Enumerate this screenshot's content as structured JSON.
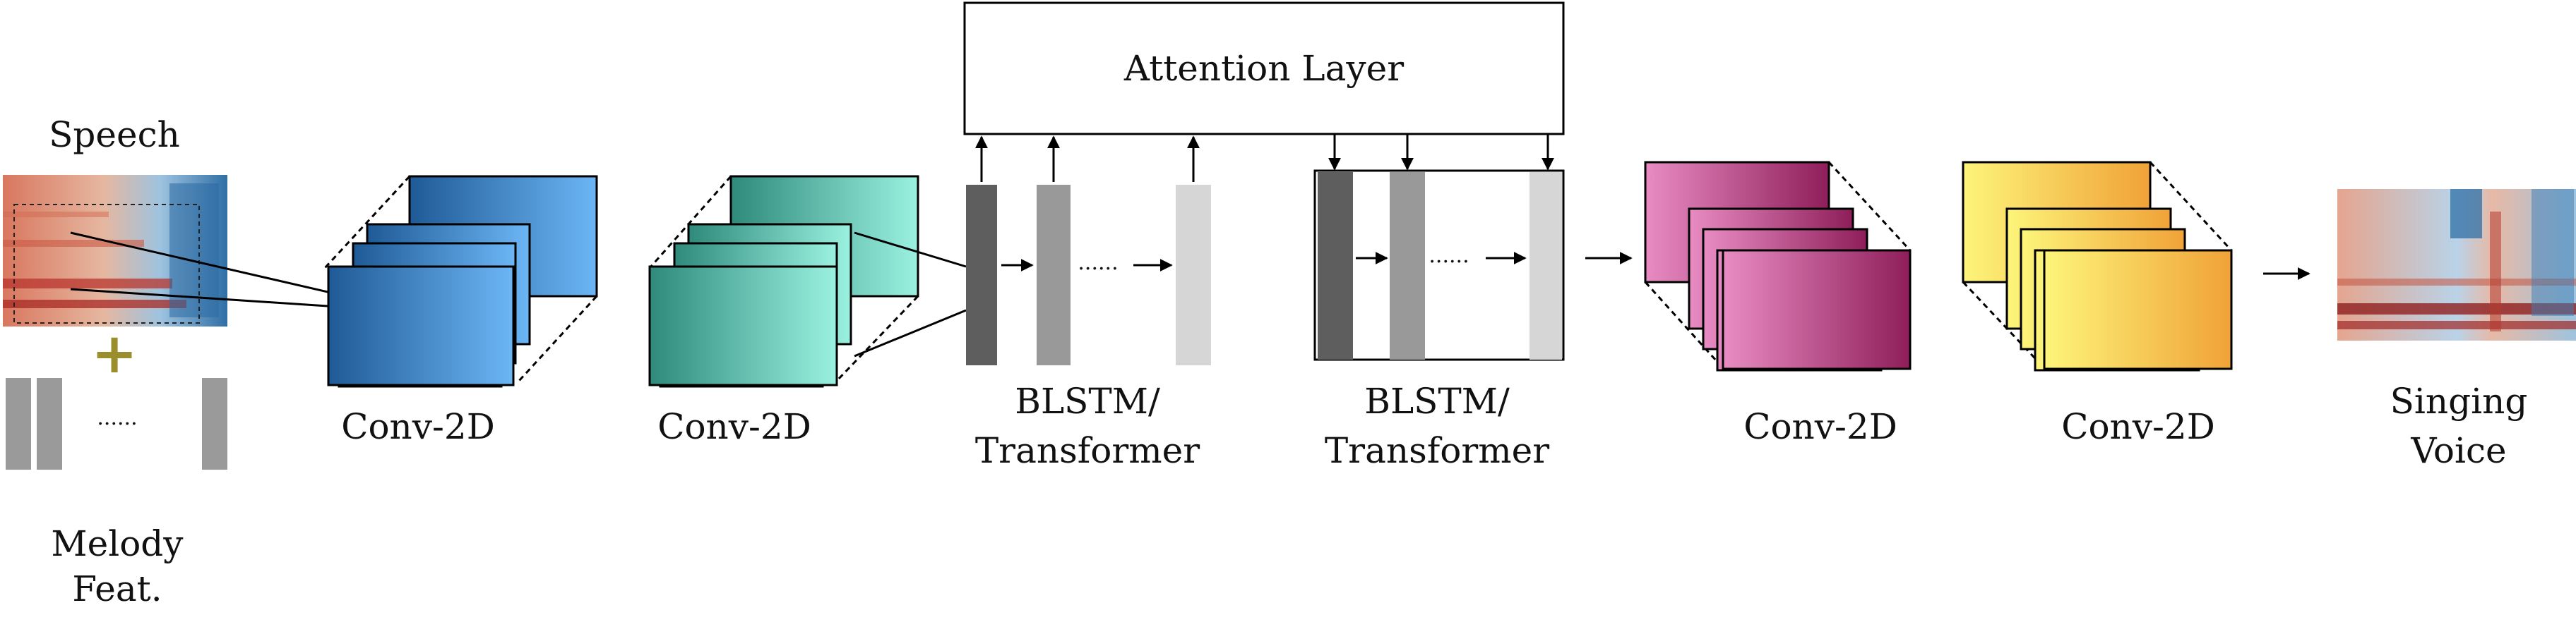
{
  "labels": {
    "speech": "Speech",
    "melody_line1": "Melody",
    "melody_line2": "Feat.",
    "conv1": "Conv-2D",
    "conv2": "Conv-2D",
    "blstm1_line1": "BLSTM/",
    "blstm1_line2": "Transformer",
    "attention": "Attention Layer",
    "blstm2_line1": "BLSTM/",
    "blstm2_line2": "Transformer",
    "conv3": "Conv-2D",
    "conv4": "Conv-2D",
    "singing_line1": "Singing",
    "singing_line2": "Voice",
    "plus": "+",
    "ellipsis": "......"
  },
  "colors": {
    "conv_blue_dark": "#1f5a96",
    "conv_blue_light": "#6cb6f5",
    "conv_teal_dark": "#2f8a7c",
    "conv_teal_light": "#9af1e0",
    "conv_pink_light": "#e98cc4",
    "conv_pink_dark": "#8e1e5a",
    "conv_yellow_light": "#fdf57a",
    "conv_yellow_dark": "#f0a238",
    "lstm_dark": "#5e5e5e",
    "lstm_mid": "#999999",
    "lstm_light": "#d6d6d6",
    "melody_bar": "#9a9a9a",
    "plus": "#9a8f2c",
    "spec_red": "#c0473c",
    "spec_blue": "#2f6fa6"
  }
}
